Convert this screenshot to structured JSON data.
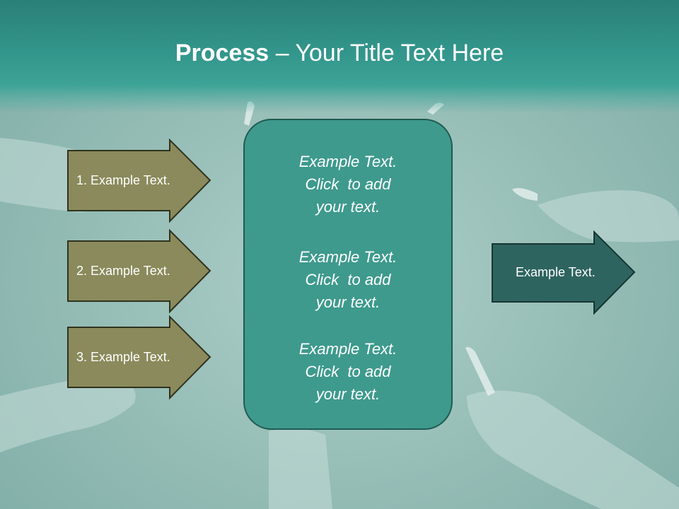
{
  "title": {
    "bold": "Process",
    "rest": " – Your Title Text Here"
  },
  "left_arrows": [
    {
      "label": "1. Example Text."
    },
    {
      "label": "2. Example Text."
    },
    {
      "label": "3. Example Text."
    }
  ],
  "center_items": [
    {
      "line1": "Example Text.",
      "line2": "Click  to add",
      "line3": "your text."
    },
    {
      "line1": "Example Text.",
      "line2": "Click  to add",
      "line3": "your text."
    },
    {
      "line1": "Example Text.",
      "line2": "Click  to add",
      "line3": "your text."
    }
  ],
  "right_arrow": {
    "label": "Example Text."
  },
  "colors": {
    "header_teal": "#32958b",
    "left_arrow_fill": "#8a8a5c",
    "center_box_fill": "#3e9a8d",
    "right_arrow_fill": "#2e6460"
  }
}
